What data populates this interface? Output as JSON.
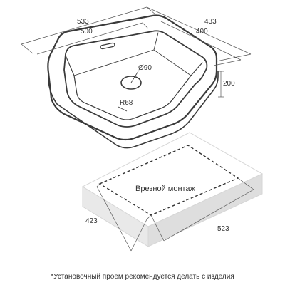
{
  "sink": {
    "outer_length": "533",
    "inner_length": "500",
    "outer_width": "433",
    "inner_width": "400",
    "depth": "200",
    "drain_diameter": "Ø90",
    "corner_radius": "R68"
  },
  "countertop": {
    "label": "Врезной монтаж",
    "cutout_width": "423",
    "cutout_length": "523"
  },
  "footnote": "*Установочный проем рекомендуется делать с изделия"
}
